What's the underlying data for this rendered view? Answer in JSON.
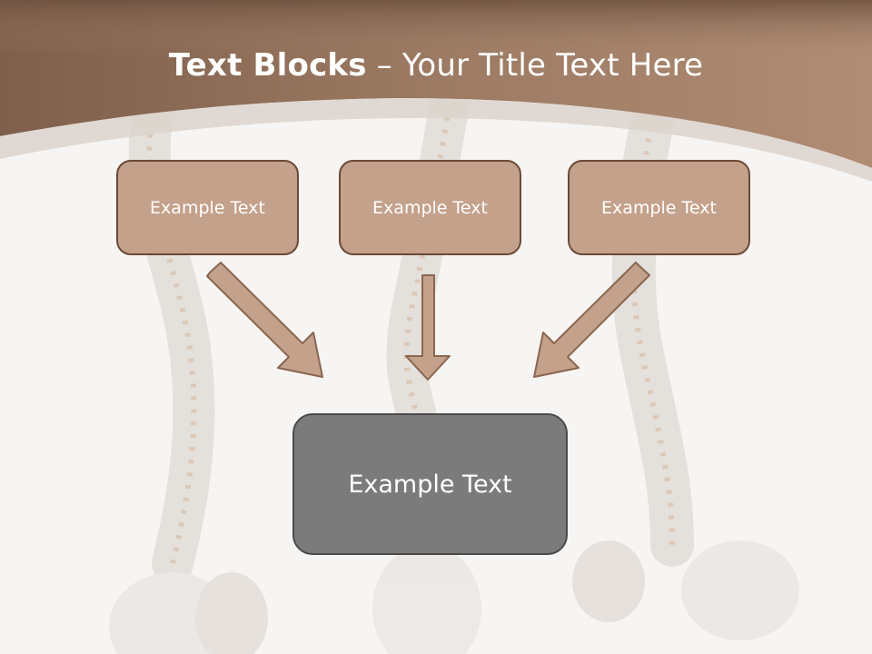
{
  "slide": {
    "title_bold": "Text Blocks",
    "title_sep": " – ",
    "title_rest": "Your Title Text Here",
    "blocks": [
      {
        "label": "Example Text"
      },
      {
        "label": "Example Text"
      },
      {
        "label": "Example Text"
      }
    ],
    "center_block": {
      "label": "Example Text"
    }
  },
  "colors": {
    "header_brown": "#9a7660",
    "block_fill": "#c4a18b",
    "block_border": "#6b4a36",
    "center_fill": "#7b7b7b",
    "arrow_fill": "#c4a18b"
  }
}
